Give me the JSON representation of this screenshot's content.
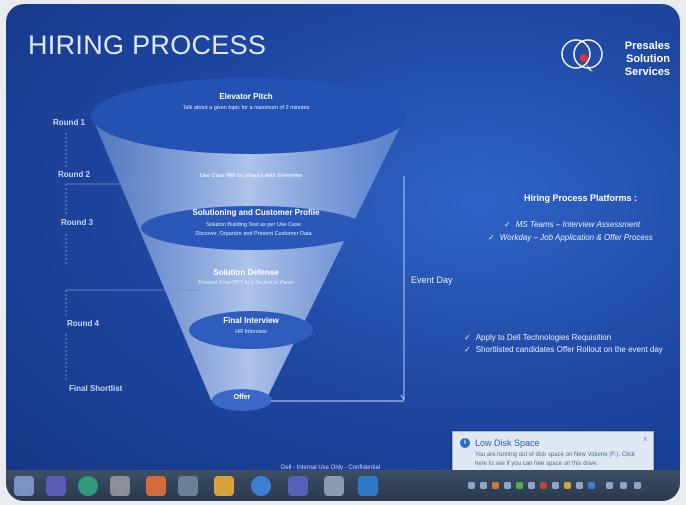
{
  "slide": {
    "title": "HIRING PROCESS",
    "logo": {
      "line1": "Presales",
      "line2": "Solution",
      "line3": "Services"
    },
    "rounds": [
      "Round 1",
      "Round 2",
      "Round 3",
      "Round 4",
      "Final Shortlist"
    ],
    "stages": {
      "elevator": {
        "title": "Elevator Pitch",
        "sub": "Talk about a given topic for a maximum of 2 minutes"
      },
      "usecase": {
        "title": "Use Case Will be shared with Everyone"
      },
      "solutioning": {
        "title": "Solutioning and Customer Profile",
        "sub1": "Solution Building Test as per Use Case",
        "sub2": "Discover, Organize and Present Customer Data"
      },
      "defense": {
        "title": "Solution Defense",
        "sub": "Present Final PPT to a Technical Panel"
      },
      "final": {
        "title": "Final Interview",
        "sub": "HR Interview"
      },
      "offer": {
        "title": "Offer"
      }
    },
    "event_day": "Event Day",
    "platforms": {
      "title": "Hiring Process Platforms :",
      "items": [
        "MS Teams – Interview Assessment",
        "Workday – Job Application & Offer Process"
      ]
    },
    "notes": [
      "Apply to Dell Technologies Requisition",
      "Shortlisted candidates Offer Rollout on the event day"
    ],
    "check_glyph": "✓",
    "footer": "Dell - Internal Use Only - Confidential"
  },
  "toast": {
    "title": "Low Disk Space",
    "body": "You are running out of disk space on New Volume (F:). Click here to see if you can free space on this drive.",
    "close": "x"
  },
  "colors": {
    "background": "#1f48a3",
    "funnel": "#a9c1ea",
    "ellipse": "#2a57b8"
  }
}
